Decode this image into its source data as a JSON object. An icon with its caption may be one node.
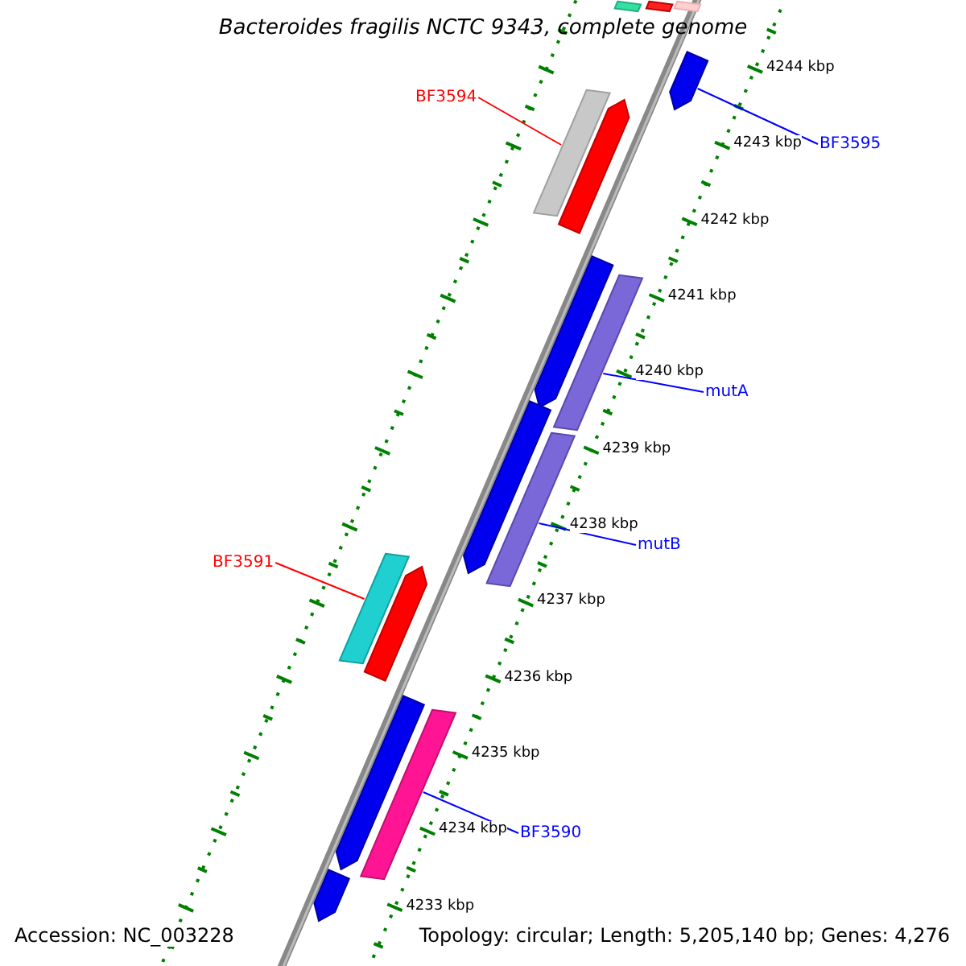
{
  "diagram": {
    "title": "Bacteroides fragilis NCTC 9343, complete genome",
    "nodes": [
      {
        "text": [],
        "shape": "bar"
      },
      {
        "text": [],
        "shape": "bar"
      },
      {
        "text": [],
        "shape": "bar"
      },
      {
        "text": [
          "BF3594"
        ]
      },
      {
        "text": [],
        "shape": "bar"
      },
      {
        "text": [],
        "shape": "bar"
      },
      {
        "text": [
          "BF3595"
        ]
      },
      {
        "text": [],
        "shape": "bar"
      },
      {
        "text": [],
        "shape": "bar"
      },
      {
        "text": [
          "mutA"
        ]
      },
      {
        "text": [],
        "shape": "bar"
      },
      {
        "text": [],
        "shape": "bar"
      },
      {
        "text": [
          "mutB"
        ]
      },
      {
        "text": [],
        "shape": "bar"
      },
      {
        "text": [
          "BF3591"
        ]
      },
      {
        "text": [],
        "shape": "bar"
      },
      {
        "text": [],
        "shape": "bar"
      },
      {
        "text": [],
        "shape": "bar"
      },
      {
        "text": [
          "BF3590"
        ]
      },
      {
        "text": [],
        "shape": "bar"
      },
      {
        "text": [],
        "shape": "bar"
      }
    ],
    "edges": [
      {
        "from": 3,
        "to": 4,
        "arrow": "none",
        "color": "#ff0000"
      },
      {
        "from": 6,
        "to": 7,
        "arrow": "none"
      },
      {
        "from": 9,
        "to": 10,
        "arrow": "none"
      },
      {
        "from": 12,
        "to": 13,
        "arrow": "none"
      },
      {
        "from": 14,
        "to": 15,
        "arrow": "none",
        "color": "#ff0000"
      },
      {
        "from": 18,
        "to": 19,
        "arrow": "none"
      }
    ],
    "labels": [
      "4244 kbp",
      "4243 kbp",
      "4242 kbp",
      "4241 kbp",
      "4240 kbp",
      "4239 kbp",
      "4238 kbp",
      "4237 kbp",
      "4236 kbp",
      "4235 kbp",
      "4234 kbp",
      "4233 kbp",
      "Accession: NC_003228",
      "Topology: circular; Length: 5,205,140 bp; Genes: 4,276"
    ]
  }
}
